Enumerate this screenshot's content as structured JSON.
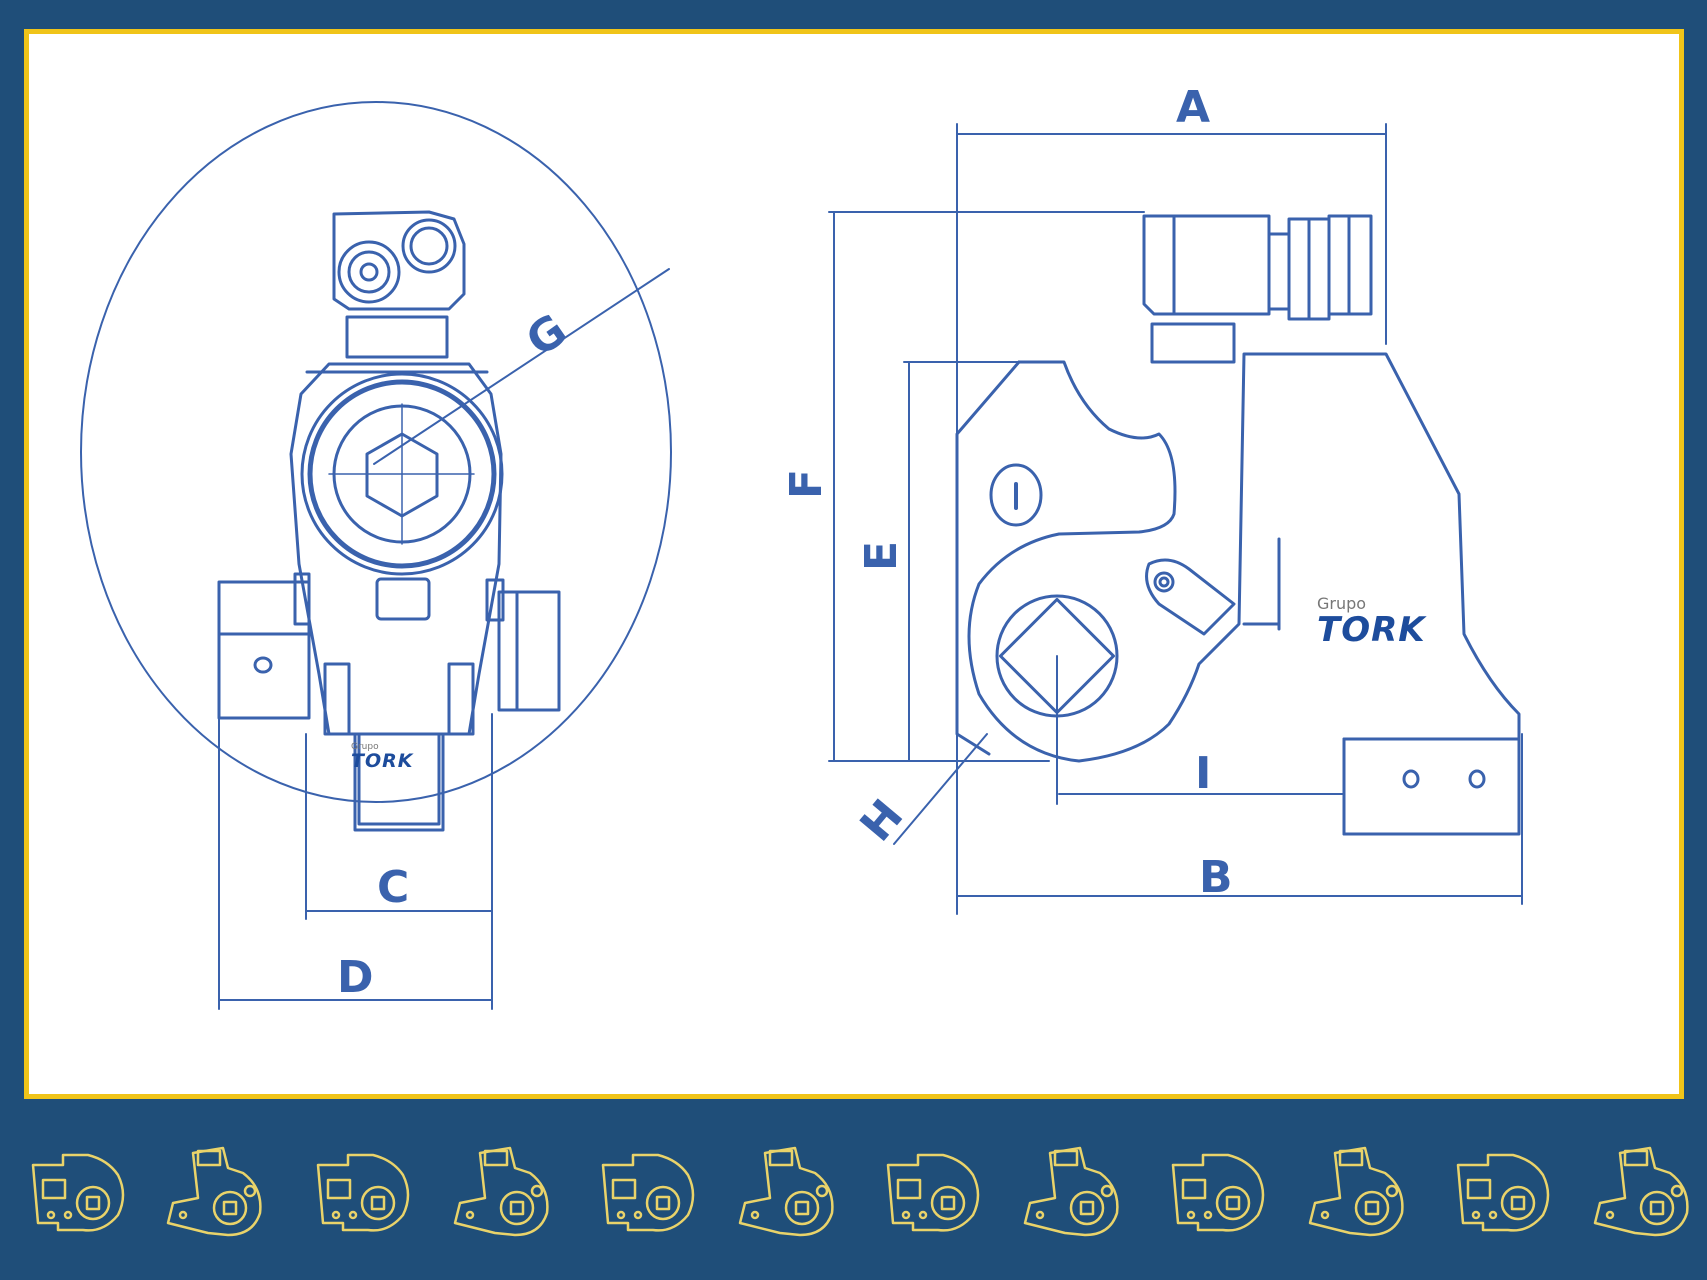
{
  "dimension_labels": {
    "a": "A",
    "b": "B",
    "c": "C",
    "d": "D",
    "e": "E",
    "f": "F",
    "g": "G",
    "h": "H",
    "i": "I"
  },
  "logos": [
    {
      "grupo": "Grupo",
      "tork": "TORK"
    },
    {
      "grupo": "Grupo",
      "tork": "TORK"
    }
  ],
  "colors": {
    "background": "#1f4e79",
    "frame_border": "#f0c419",
    "drawing_line": "#3a62ad",
    "footer_icons": "#e9d36a"
  },
  "footer_icons": [
    "wrench-side-icon",
    "wrench-angle-icon",
    "wrench-side-icon",
    "wrench-angle-icon",
    "wrench-side-icon",
    "wrench-angle-icon",
    "wrench-side-icon",
    "wrench-angle-icon",
    "wrench-side-icon",
    "wrench-angle-icon",
    "wrench-side-icon",
    "wrench-angle-icon"
  ]
}
